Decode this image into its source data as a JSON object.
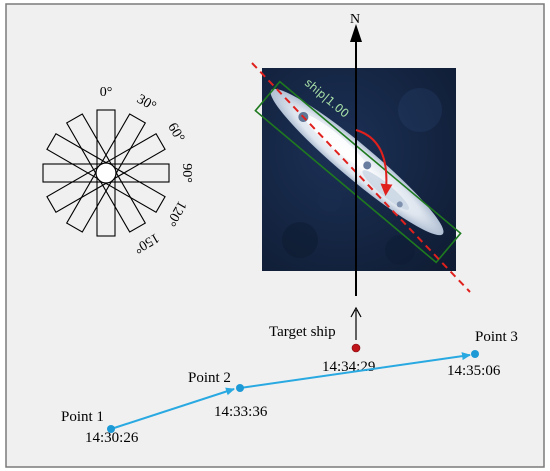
{
  "colors": {
    "panel_bg": "#f0f0f0",
    "panel_border": "#7a7a7a",
    "image_bg": "#13233f",
    "ship_hull": "#e9edf3",
    "bbox_green": "#1f7a1f",
    "bbox_label": "#a8e0a8",
    "heading_red": "#e0201c",
    "trajectory_blue": "#29a9e1",
    "point_blue": "#1d9ad6",
    "target_dot": "#c0141b",
    "north_arrow": "#000000"
  },
  "compass": {
    "labels": [
      {
        "text": "0°",
        "angle": 0
      },
      {
        "text": "30°",
        "angle": 30
      },
      {
        "text": "60°",
        "angle": 60
      },
      {
        "text": "90°",
        "angle": 90
      },
      {
        "text": "120°",
        "angle": 120
      },
      {
        "text": "150°",
        "angle": 150
      }
    ]
  },
  "detection": {
    "label": "ship|1.00",
    "north_label": "N"
  },
  "target": {
    "label": "Target ship",
    "time": "14:34:29"
  },
  "track": {
    "points": [
      {
        "name": "Point 1",
        "time": "14:30:26"
      },
      {
        "name": "Point 2",
        "time": "14:33:36"
      },
      {
        "name": "Point 3",
        "time": "14:35:06"
      }
    ]
  }
}
